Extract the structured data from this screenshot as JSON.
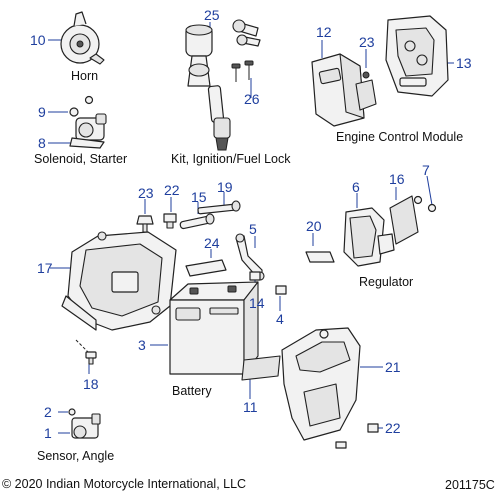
{
  "callouts": {
    "1": "1",
    "2": "2",
    "3": "3",
    "4": "4",
    "5": "5",
    "6": "6",
    "7": "7",
    "8": "8",
    "9": "9",
    "10": "10",
    "11": "11",
    "12": "12",
    "13": "13",
    "14": "14",
    "15": "15",
    "16": "16",
    "17": "17",
    "18": "18",
    "19": "19",
    "20": "20",
    "21": "21",
    "22": "22",
    "23": "23",
    "24": "24",
    "25": "25",
    "26": "26"
  },
  "captions": {
    "horn": "Horn",
    "solenoid_starter": "Solenoid, Starter",
    "ignition_kit": "Kit, Ignition/Fuel Lock",
    "engine_control_module": "Engine Control Module",
    "regulator": "Regulator",
    "battery": "Battery",
    "sensor_angle": "Sensor, Angle"
  },
  "footer": {
    "copyright": "© 2020 Indian Motorcycle International, LLC",
    "diagram_code": "201175C"
  },
  "colors": {
    "callout": "#1f3f9e",
    "line_art": "#222222",
    "background": "#ffffff"
  }
}
